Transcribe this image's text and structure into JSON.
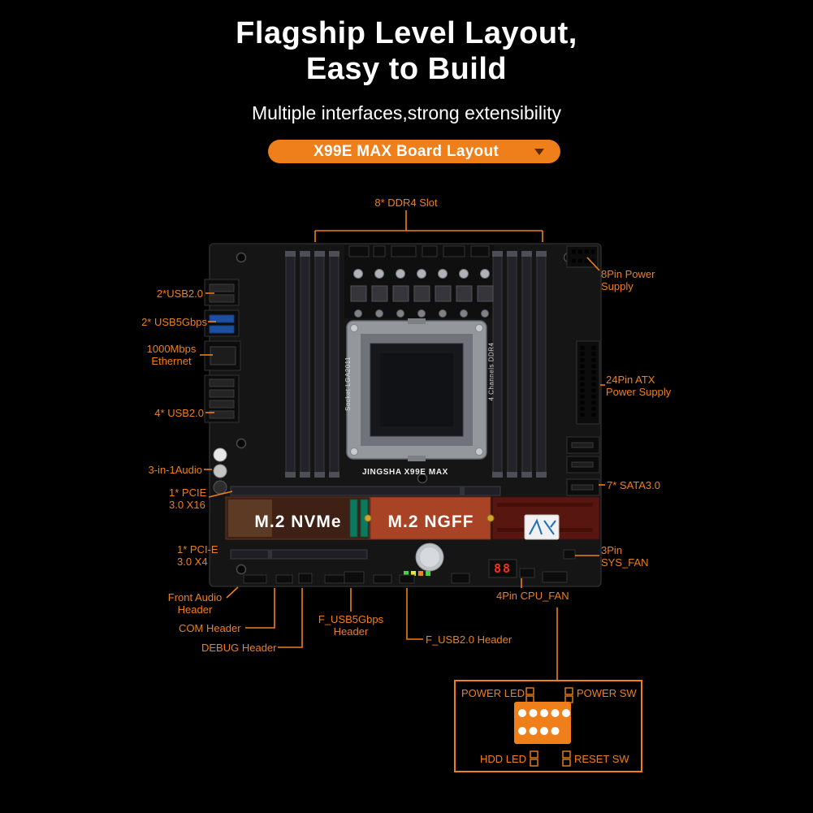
{
  "colors": {
    "accent": "#ef7f1a",
    "background": "#000000"
  },
  "header": {
    "title_line1": "Flagship Level Layout,",
    "title_line2": "Easy to Build",
    "subtitle": "Multiple interfaces,strong extensibility",
    "layout_button": {
      "label": "X99E MAX Board Layout"
    }
  },
  "board": {
    "silkscreen": "JINGSHA X99E MAX",
    "socket_label": "Socket LGA2011",
    "ddr_channel_label": "4 Channels DDR4",
    "m2_nvme_label": "M.2 NVMe",
    "m2_ngff_label": "M.2 NGFF",
    "debug_display": "88"
  },
  "callouts": {
    "ddr4_slots": "8* DDR4 Slot",
    "power_8pin": "8Pin Power\nSupply",
    "usb2_rear": "2*USB2.0",
    "usb5gbps_rear": "2* USB5Gbps",
    "ethernet": "1000Mbps\nEthernet",
    "usb2_rear4": "4* USB2.0",
    "audio": "3-in-1Audio",
    "pcie_x16": "1* PCIE\n3.0 X16",
    "atx_24pin": "24Pin ATX\nPower Supply",
    "sata": "7* SATA3.0",
    "pcie_x4": "1* PCI-E\n3.0 X4",
    "sys_fan": "3Pin\nSYS_FAN",
    "front_audio": "Front Audio\nHeader",
    "com_header": "COM Header",
    "debug_header": "DEBUG Header",
    "f_usb5gbps": "F_USB5Gbps\nHeader",
    "f_usb2": "F_USB2.0 Header",
    "cpu_fan": "4Pin CPU_FAN"
  },
  "front_panel": {
    "power_led": "POWER LED",
    "power_sw": "POWER SW",
    "hdd_led": "HDD LED",
    "reset_sw": "RESET SW"
  }
}
